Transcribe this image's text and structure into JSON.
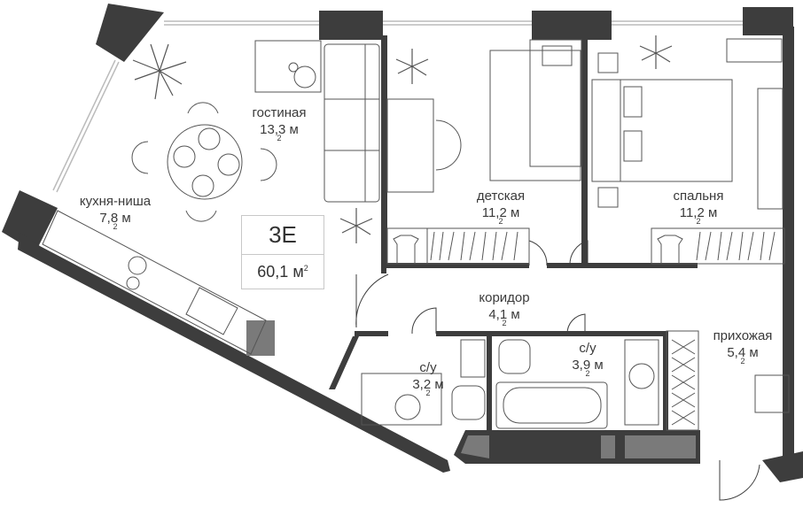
{
  "apartment": {
    "code": "3E",
    "area": "60,1 м",
    "area_unit_sup": "2"
  },
  "rooms": [
    {
      "id": "living",
      "name": "гостиная",
      "area": "13,3 м"
    },
    {
      "id": "kitchen",
      "name": "кухня-ниша",
      "area": "7,8 м"
    },
    {
      "id": "kids",
      "name": "детская",
      "area": "11,2 м"
    },
    {
      "id": "bedroom",
      "name": "спальня",
      "area": "11,2 м"
    },
    {
      "id": "corridor",
      "name": "коридор",
      "area": "4,1 м"
    },
    {
      "id": "bath1",
      "name": "с/у",
      "area": "3,2 м"
    },
    {
      "id": "bath2",
      "name": "с/у",
      "area": "3,9 м"
    },
    {
      "id": "hall",
      "name": "прихожая",
      "area": "5,4 м"
    }
  ],
  "sup": "2",
  "colors": {
    "wall": "#3d3d3d",
    "wall_light": "#7a7a7a",
    "furniture": "#555555",
    "bg": "#ffffff"
  }
}
